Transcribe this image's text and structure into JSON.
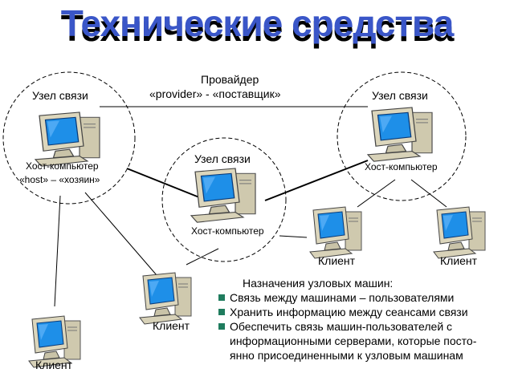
{
  "title": "Технические средства",
  "provider": {
    "line1": "Провайдер",
    "line2": "«provider» - «поставщик»"
  },
  "nodes": {
    "left_node_label": "Узел связи",
    "right_node_label": "Узел связи",
    "center_node_label": "Узел связи",
    "left_host_line1": "Хост-компьютер",
    "left_host_line2": "«host» – «хозяин»",
    "right_host_label": "Хост-компьютер",
    "center_host_label": "Хост-компьютер"
  },
  "clients": {
    "client_a": "Клиент",
    "client_b": "Клиент",
    "client_c": "Клиент",
    "client_d": "Клиент"
  },
  "purpose": {
    "heading": "Назначения узловых машин:",
    "items": [
      "Связь между машинами – пользователями",
      "Хранить информацию между сеансами связи",
      "Обеспечить связь машин-пользователей с",
      "информационными серверами, которые посто-",
      "янно присоединенными к узловым машинам"
    ]
  },
  "colors": {
    "title": "#3a56c8",
    "screen": "#1e8fe8",
    "case": "#d8d2b8",
    "bullet": "#1f7c5e"
  }
}
